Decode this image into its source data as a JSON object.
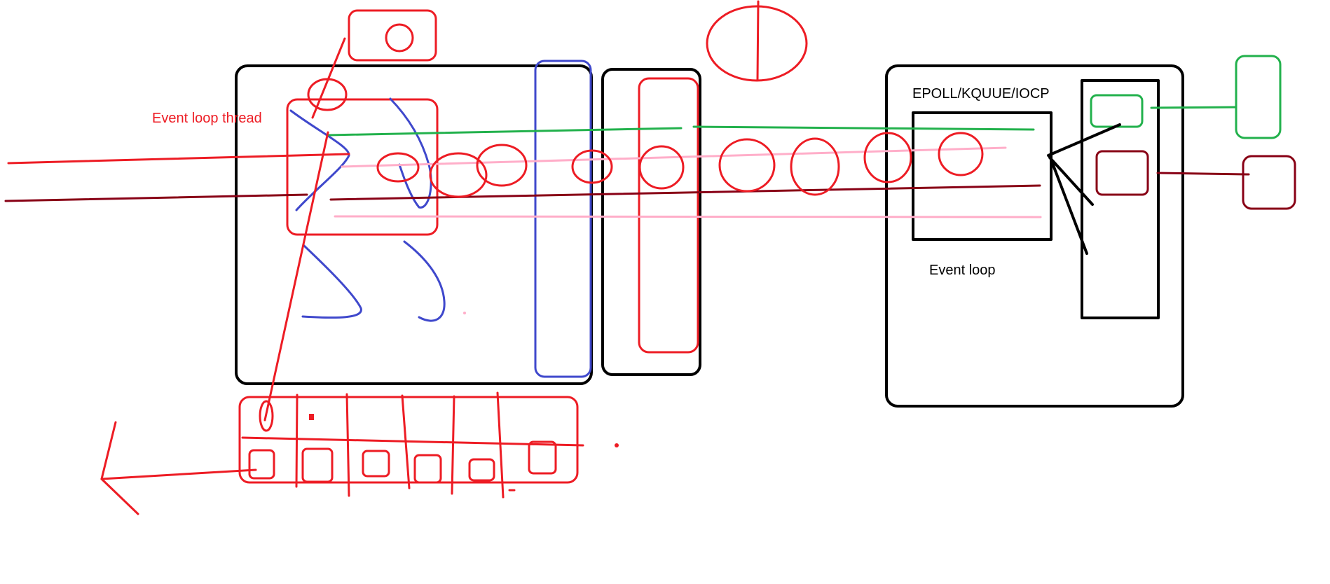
{
  "labels": {
    "event_loop_thread": "Event loop thread",
    "epoll_kquue_iocp": "EPOLL/KQUUE/IOCP",
    "event_loop": "Event loop"
  },
  "colors": {
    "red": "#ed1c24",
    "black": "#000000",
    "blue": "#3f48cc",
    "green": "#22b14c",
    "pink": "#ffaec9",
    "dark_red": "#880015"
  }
}
